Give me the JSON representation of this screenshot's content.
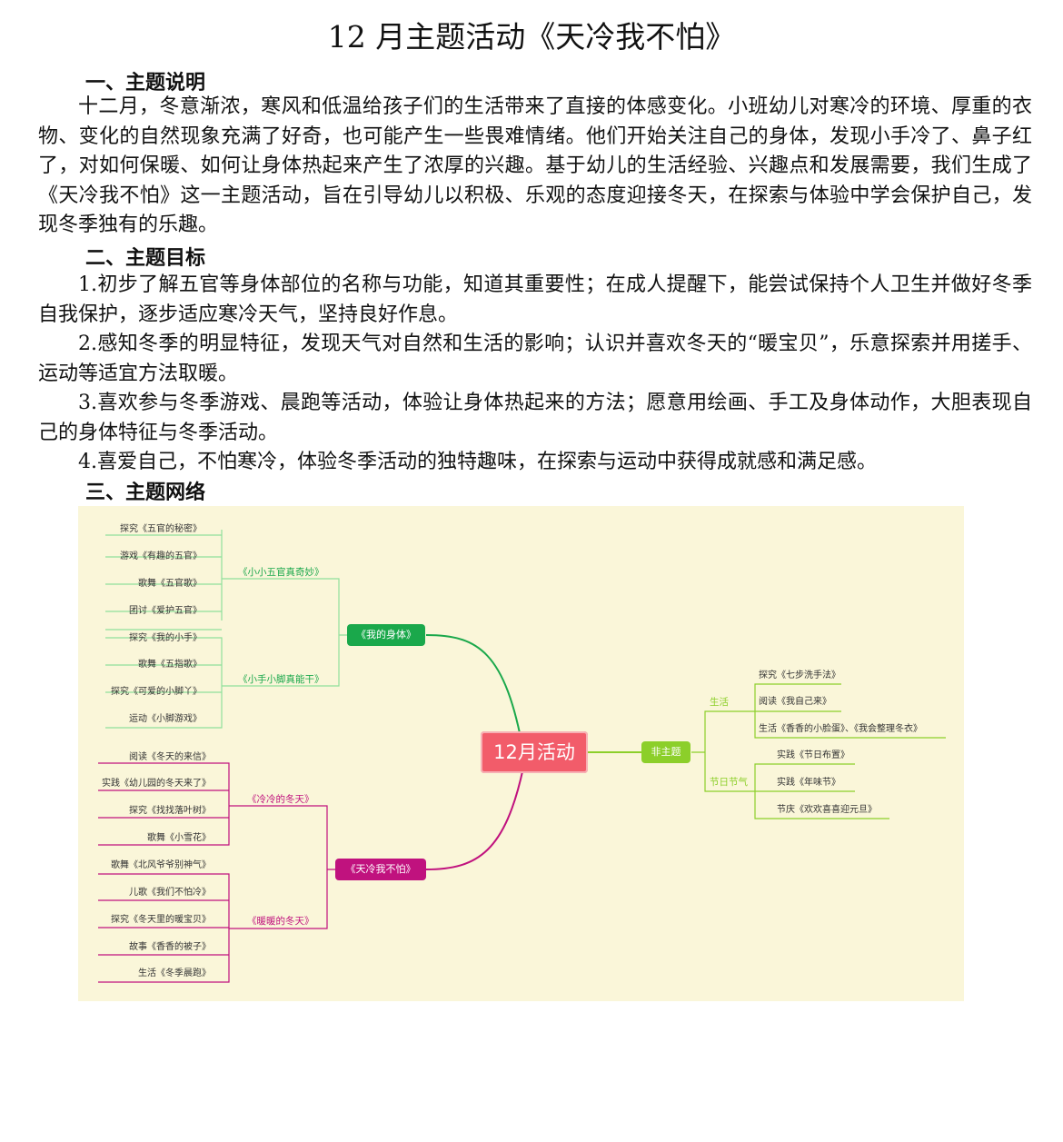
{
  "title": "12 月主题活动《天冷我不怕》",
  "section1": {
    "heading": "一、主题说明",
    "text": "十二月，冬意渐浓，寒风和低温给孩子们的生活带来了直接的体感变化。小班幼儿对寒冷的环境、厚重的衣物、变化的自然现象充满了好奇，也可能产生一些畏难情绪。他们开始关注自己的身体，发现小手冷了、鼻子红了，对如何保暖、如何让身体热起来产生了浓厚的兴趣。基于幼儿的生活经验、兴趣点和发展需要，我们生成了《天冷我不怕》这一主题活动，旨在引导幼儿以积极、乐观的态度迎接冬天，在探索与体验中学会保护自己，发现冬季独有的乐趣。"
  },
  "section2": {
    "heading": "二、主题目标",
    "goals": [
      "1.初步了解五官等身体部位的名称与功能，知道其重要性；在成人提醒下，能尝试保持个人卫生并做好冬季自我保护，逐步适应寒冷天气，坚持良好作息。",
      "2.感知冬季的明显特征，发现天气对自然和生活的影响；认识并喜欢冬天的“暖宝贝”，乐意探索并用搓手、运动等适宜方法取暖。",
      "3.喜欢参与冬季游戏、晨跑等活动，体验让身体热起来的方法；愿意用绘画、手工及身体动作，大胆表现自己的身体特征与冬季活动。",
      "4.喜爱自己，不怕寒冷，体验冬季活动的独特趣味，在探索与运动中获得成就感和满足感。"
    ]
  },
  "section3": {
    "heading": "三、主题网络"
  },
  "mindmap": {
    "center": "12月活动",
    "colors": {
      "green": "#1aa84b",
      "light_green": "#8ccf2a",
      "magenta": "#c0127e",
      "center": "#f25c6a",
      "background": "#faf6d9"
    },
    "branch_body": "《我的身体》",
    "sub_facial": "《小小五官真奇妙》",
    "facial_leaves": [
      "探究《五官的秘密》",
      "游戏《有趣的五官》",
      "歌舞《五官歌》",
      "团讨《爱护五官》"
    ],
    "sub_hands": "《小手小脚真能干》",
    "hands_leaves": [
      "探究《我的小手》",
      "歌舞《五指歌》",
      "探究《可爱的小脚丫》",
      "运动《小脚游戏》"
    ],
    "branch_winter": "《天冷我不怕》",
    "sub_cold": "《冷冷的冬天》",
    "cold_leaves": [
      "阅读《冬天的来信》",
      "实践《幼儿园的冬天来了》",
      "探究《找找落叶树》",
      "歌舞《小雪花》"
    ],
    "sub_warm": "《暖暖的冬天》",
    "warm_leaves": [
      "歌舞《北风爷爷别神气》",
      "儿歌《我们不怕冷》",
      "探究《冬天里的暖宝贝》",
      "故事《香香的被子》",
      "生活《冬季晨跑》"
    ],
    "branch_nontheme": "非主题",
    "sub_life": "生活",
    "life_leaves": [
      "探究《七步洗手法》",
      "阅读《我自己来》",
      "生活《香香的小脸蛋》、《我会整理冬衣》"
    ],
    "sub_festival": "节日节气",
    "festival_leaves": [
      "实践《节日布置》",
      "实践《年味节》",
      "节庆《欢欢喜喜迎元旦》"
    ]
  }
}
